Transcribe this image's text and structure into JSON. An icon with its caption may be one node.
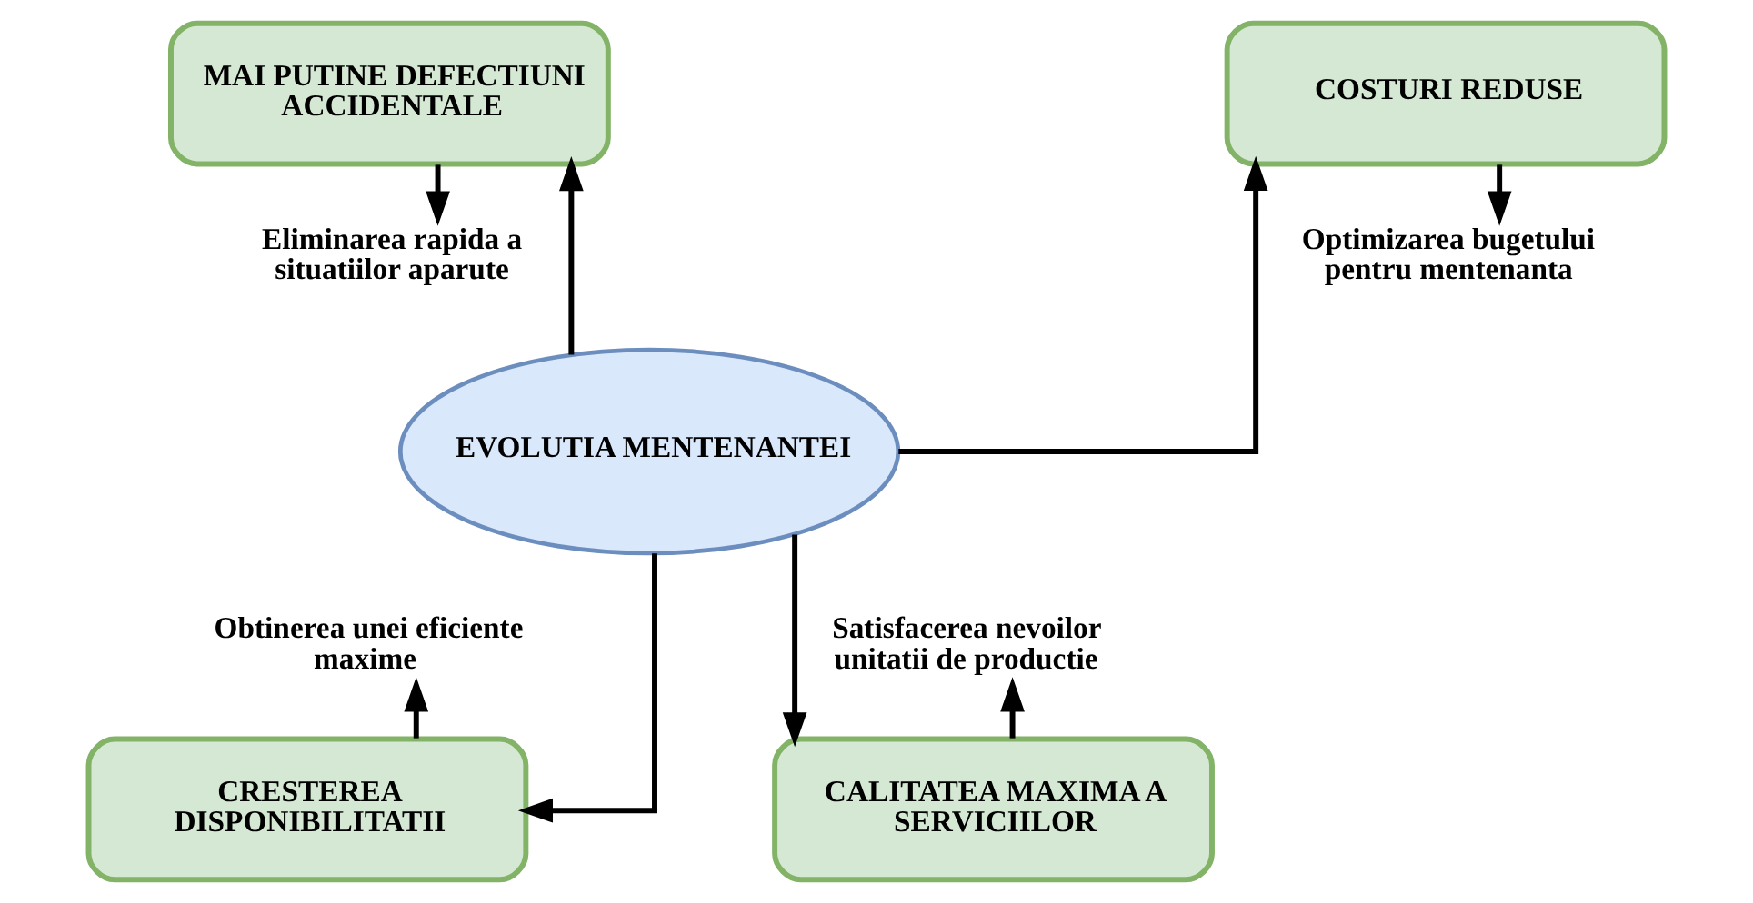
{
  "diagram": {
    "nodes": [
      {
        "text": [
          "MAI PUTINE DEFECTIUNI ACCIDENTALE"
        ]
      },
      {
        "text": [
          "COSTURI REDUSE"
        ]
      },
      {
        "text": [
          "Eliminarea rapida a situatiilor aparute"
        ]
      },
      {
        "text": [
          "Optimizarea bugetului pentru mentenanta"
        ]
      },
      {
        "text": [
          "EVOLUTIA MENTENANTEI"
        ]
      },
      {
        "text": [
          "Obtinerea unei eficiente maxime"
        ]
      },
      {
        "text": [
          "Satisfacerea nevoilor unitatii de productie"
        ]
      },
      {
        "text": [
          "CRESTEREA DISPONIBILITATII"
        ]
      },
      {
        "text": [
          "CALITATEA MAXIMA A SERVICIILOR"
        ]
      }
    ],
    "edges": [
      {
        "from": 4,
        "to": 0,
        "arrow": "to"
      },
      {
        "from": 4,
        "to": 1,
        "arrow": "to"
      },
      {
        "from": 0,
        "to": 2,
        "arrow": "to"
      },
      {
        "from": 1,
        "to": 3,
        "arrow": "to"
      },
      {
        "from": 4,
        "to": 7,
        "arrow": "to"
      },
      {
        "from": 4,
        "to": 8,
        "arrow": "to"
      },
      {
        "from": 7,
        "to": 5,
        "arrow": "to"
      },
      {
        "from": 8,
        "to": 6,
        "arrow": "to"
      }
    ]
  }
}
